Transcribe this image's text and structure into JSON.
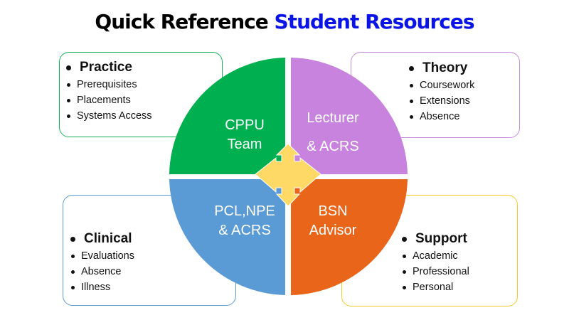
{
  "title": {
    "part1": "Quick Reference",
    "part2": "Student Resources",
    "accent_color": "#0a14e6"
  },
  "quadrants": [
    {
      "id": "top-left",
      "lines": [
        "CPPU",
        "Team"
      ],
      "color": "#00b050"
    },
    {
      "id": "top-right",
      "lines": [
        "Lecturer",
        "& ACRS"
      ],
      "color": "#c783dd"
    },
    {
      "id": "bottom-left",
      "lines": [
        "PCL,NPE",
        "& ACRS"
      ],
      "color": "#5b9bd5"
    },
    {
      "id": "bottom-right",
      "lines": [
        "BSN",
        "Advisor"
      ],
      "color": "#e8651a"
    }
  ],
  "center_icon": {
    "name": "four-way-arrow",
    "color": "#ffd966"
  },
  "boxes": {
    "practice": {
      "heading": "Practice",
      "items": [
        "Prerequisites",
        "Placements",
        "Systems Access"
      ],
      "border_color": "#19b35a"
    },
    "theory": {
      "heading": "Theory",
      "items": [
        "Coursework",
        "Extensions",
        "Absence"
      ],
      "border_color": "#c88be0"
    },
    "clinical": {
      "heading": "Clinical",
      "items": [
        "Evaluations",
        "Absence",
        "Illness"
      ],
      "border_color": "#5b9bd5"
    },
    "support": {
      "heading": "Support",
      "items": [
        "Academic",
        "Professional",
        "Personal"
      ],
      "border_color": "#f7cb2c"
    }
  }
}
